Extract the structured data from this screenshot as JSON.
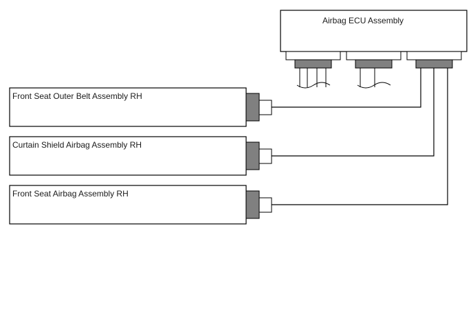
{
  "ecu": {
    "label": "Airbag ECU Assembly"
  },
  "components": [
    {
      "label": "Front Seat Outer Belt Assembly RH"
    },
    {
      "label": "Curtain Shield Airbag Assembly RH"
    },
    {
      "label": "Front Seat Airbag Assembly RH"
    }
  ],
  "colors": {
    "line": "#000000",
    "connector": "#808080",
    "fill": "#ffffff"
  }
}
